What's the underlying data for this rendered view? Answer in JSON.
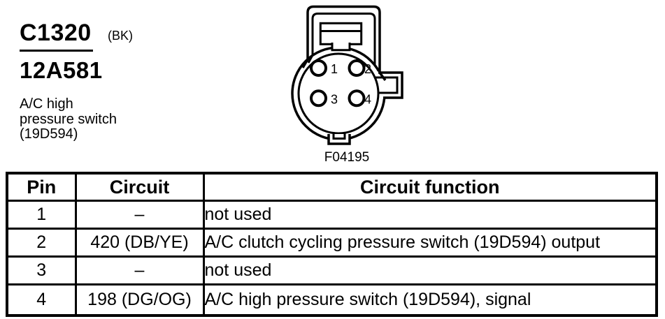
{
  "header": {
    "connector_id": "C1320",
    "color_code": "(BK)",
    "part_number": "12A581",
    "description": "A/C high pressure switch (19D594)"
  },
  "connector_diagram": {
    "figure_id": "F04195",
    "pin_labels": [
      "1",
      "2",
      "3",
      "4"
    ]
  },
  "table": {
    "columns": [
      "Pin",
      "Circuit",
      "Circuit function"
    ],
    "rows": [
      {
        "pin": "1",
        "circuit": "–",
        "function": "not used"
      },
      {
        "pin": "2",
        "circuit": "420 (DB/YE)",
        "function": "A/C clutch cycling pressure switch (19D594) output"
      },
      {
        "pin": "3",
        "circuit": "–",
        "function": "not used"
      },
      {
        "pin": "4",
        "circuit": "198 (DG/OG)",
        "function": "A/C high pressure switch (19D594), signal"
      }
    ]
  },
  "colors": {
    "ink": "#000000",
    "background": "#ffffff"
  }
}
